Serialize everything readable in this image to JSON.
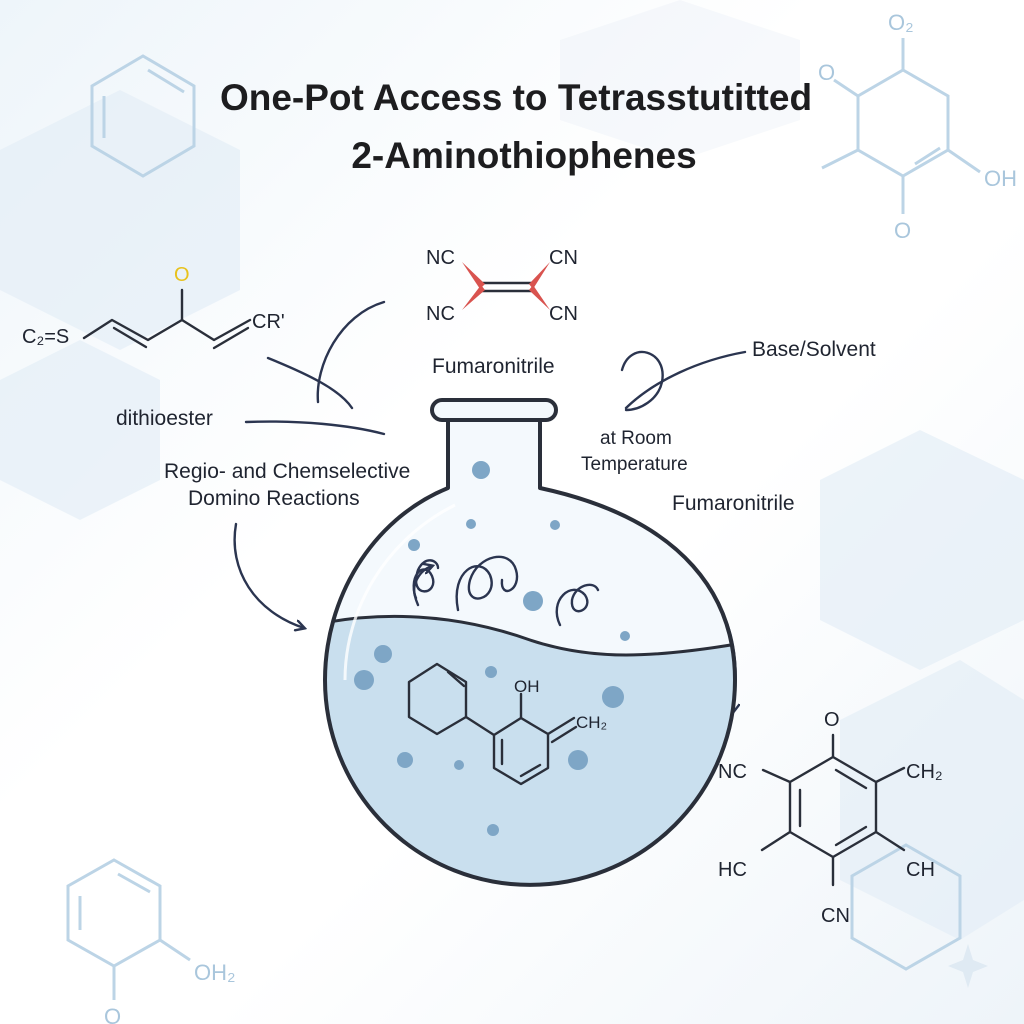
{
  "title": {
    "line1": "One-Pot Access to Tetrasstutitted",
    "line2": "2-Aminothiophenes"
  },
  "reagents": {
    "dithioester_formula_left": "C₂=S",
    "dithioester_carbonyl_o": "O",
    "dithioester_formula_right": "CR'",
    "dithioester_label": "dithioester",
    "alkene_substituents": [
      "NC",
      "CN",
      "NC",
      "CN"
    ],
    "fumaronitrile_label": "Fumaronitrile",
    "base_label": "Base/Solvent"
  },
  "conditions": {
    "temperature_line1": "at Room",
    "temperature_line2": "Temperature",
    "fumaronitrile_label_2": "Fumaronitrile",
    "domino_line1": "Regio- and Chemselective",
    "domino_line2": "Domino Reactions"
  },
  "flask_product": {
    "oh": "OH",
    "ch2": "CH₂"
  },
  "product": {
    "o": "O",
    "nc": "NC",
    "ch2": "CH₂",
    "hc": "HC",
    "ch": "CH",
    "cn": "CN"
  },
  "background": {
    "o2": "O₂",
    "o_left": "O",
    "oh": "OH",
    "o_bottom": "O",
    "oh2": "OH₂",
    "o_corner": "O"
  },
  "colors": {
    "ink": "#2a2f3a",
    "liquid": "#c9dfee",
    "bubble": "#7ea6c6",
    "accent_red": "#d9534f",
    "accent_yellow": "#e8c21c",
    "background_chem": "#bcd4e6"
  }
}
